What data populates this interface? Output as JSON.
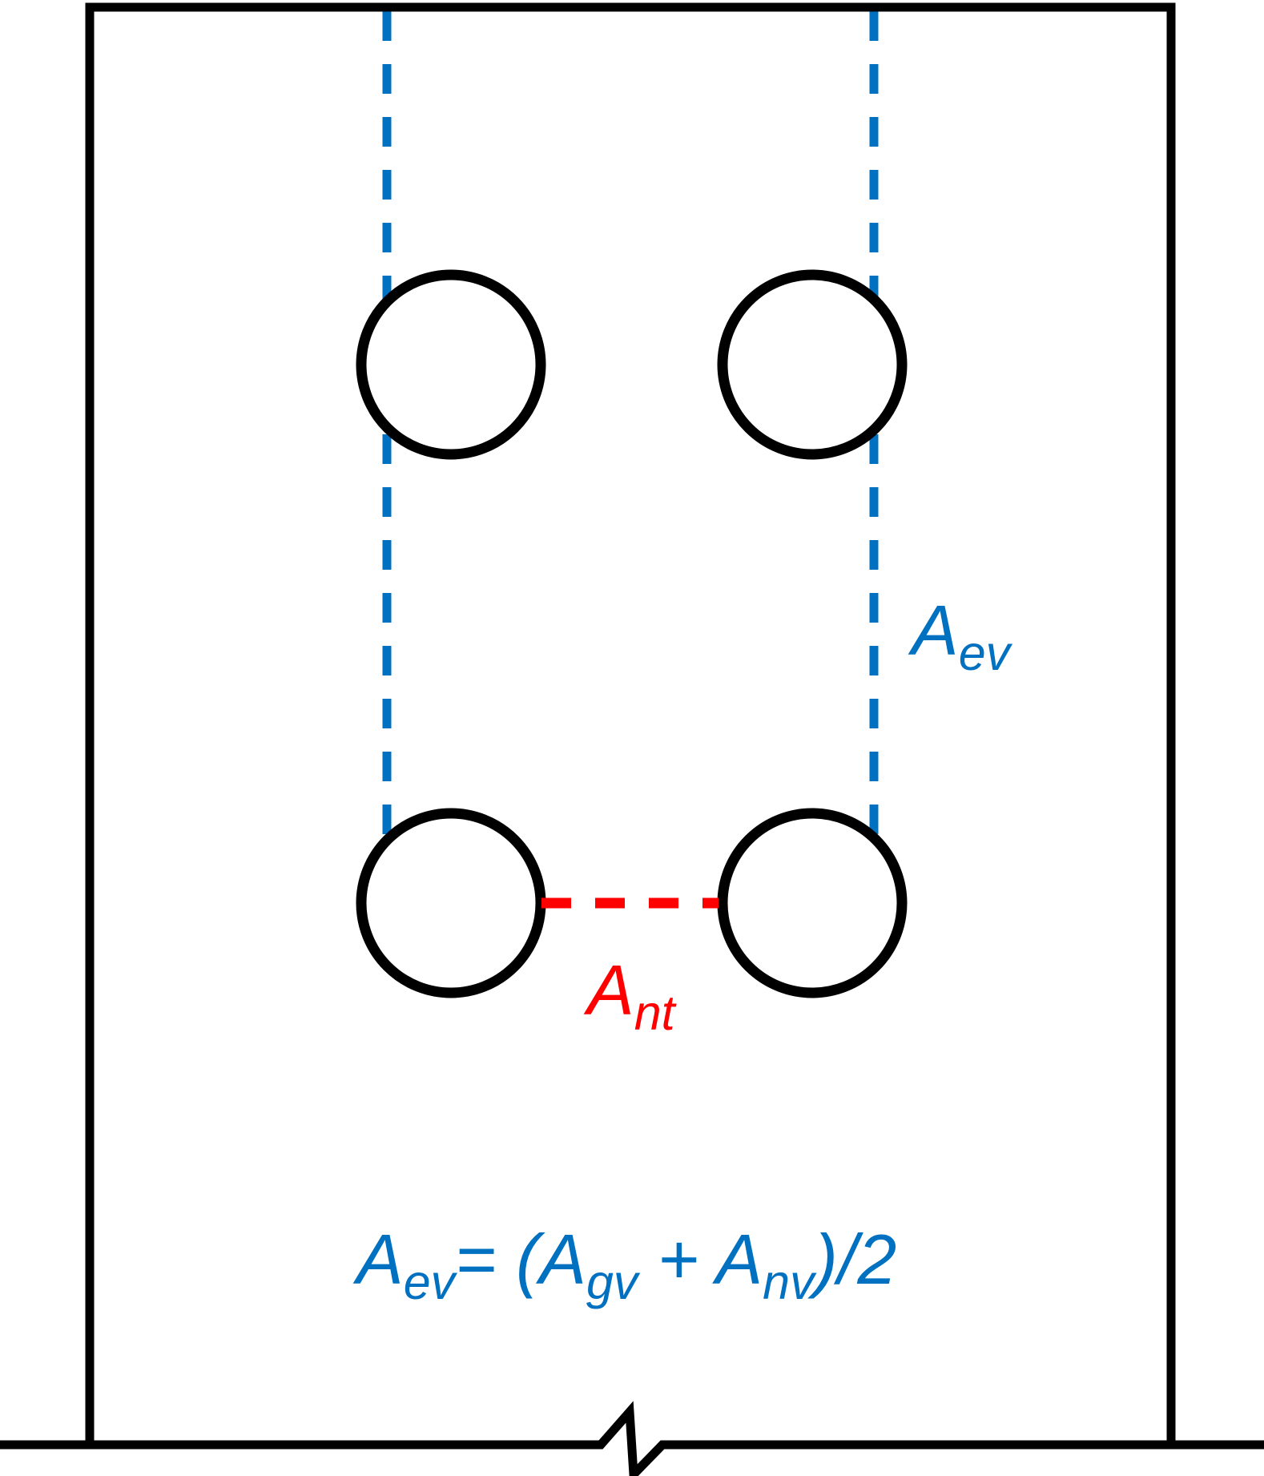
{
  "diagram": {
    "kind": "steel-plate-bolted-connection-block-shear",
    "background_color": "#FFFFFF",
    "plate": {
      "outline_color": "#000000",
      "has_break_line": true
    },
    "bolt_holes": {
      "count": 4,
      "rows": 2,
      "columns": 2,
      "outline_color": "#000000",
      "fill_color": "#FFFFFF"
    },
    "shear_plane": {
      "label_main": "A",
      "label_sub": "ev",
      "color": "#0070C0",
      "line_style": "dashed"
    },
    "tension_plane": {
      "label_main": "A",
      "label_sub": "nt",
      "color": "#FF0000",
      "line_style": "dashed"
    },
    "formula": {
      "color": "#0070C0",
      "text": "Aev = (Agv + Anv)/2",
      "parts": [
        {
          "t": "A"
        },
        {
          "t": "ev"
        },
        {
          "t": "= ("
        },
        {
          "t": "A"
        },
        {
          "t": "gv"
        },
        {
          "t": " + "
        },
        {
          "t": "A"
        },
        {
          "t": "nv"
        },
        {
          "t": ")/2"
        }
      ]
    }
  }
}
